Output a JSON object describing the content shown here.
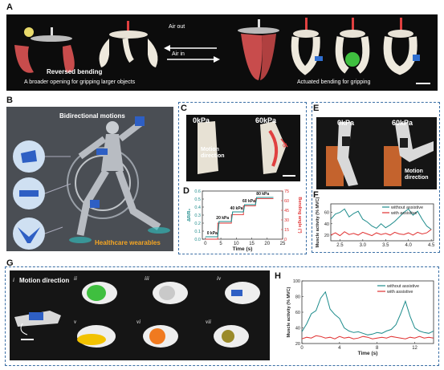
{
  "panels": {
    "A": {
      "label": "A",
      "reversed_bending": "Reversed bending",
      "broader_opening": "A broader opening for gripping larger objects",
      "air_out": "Air out",
      "air_in": "Air in",
      "actuated_bending": "Actuated bending for gripping"
    },
    "B": {
      "label": "B",
      "bidirectional": "Bidirectional motions",
      "healthcare": "Healthcare wearables"
    },
    "C": {
      "label": "C",
      "kpa0": "0kPa",
      "kpa60": "60kPa",
      "motion_direction": "Motion direction",
      "phi": "φ"
    },
    "D": {
      "label": "D"
    },
    "E": {
      "label": "E",
      "kpa0": "0kPa",
      "kpa60": "60kPa",
      "motion_direction": "Motion direction"
    },
    "F": {
      "label": "F"
    },
    "G": {
      "label": "G",
      "motion_direction": "Motion direction",
      "subs": [
        "i",
        "ii",
        "iii",
        "iv",
        "v",
        "vi",
        "vii"
      ]
    },
    "H": {
      "label": "H"
    }
  },
  "colors": {
    "frame": "#3a6ea5",
    "teal": "#1e8c8c",
    "red": "#e03030",
    "orange": "#f5a623"
  },
  "chart_data": [
    {
      "id": "D",
      "type": "line",
      "xlabel": "Time (s)",
      "ylabel": "ΔR/R₀",
      "ylabel_right": "Bending angle (°)",
      "xlim": [
        -1,
        25
      ],
      "ylim": [
        0,
        0.6
      ],
      "ylim_right": [
        0,
        75
      ],
      "xticks": [
        0,
        5,
        10,
        15,
        20,
        25
      ],
      "yticks": [
        0.0,
        0.1,
        0.2,
        0.3,
        0.4,
        0.5,
        0.6
      ],
      "yticks_right": [
        0,
        15,
        30,
        45,
        60,
        75
      ],
      "series": [
        {
          "axis": "left",
          "x": [
            0,
            4,
            4.4,
            8.4,
            8.8,
            12.3,
            12.7,
            16.2,
            16.6,
            22
          ],
          "y": [
            0.03,
            0.03,
            0.22,
            0.22,
            0.34,
            0.34,
            0.43,
            0.43,
            0.52,
            0.52
          ]
        },
        {
          "axis": "right",
          "x": [
            0,
            4,
            4,
            8.4,
            8.4,
            12.3,
            12.3,
            16.2,
            16.2,
            22
          ],
          "y": [
            0,
            0,
            25,
            25,
            38,
            38,
            52,
            52,
            63,
            63
          ]
        }
      ],
      "annotations": [
        "0 kPa",
        "20 kPa",
        "40 kPa",
        "60 kPa",
        "80 kPa"
      ]
    },
    {
      "id": "F",
      "type": "line",
      "xlabel": "",
      "ylabel": "Muscle activity (% MVC)",
      "xlim": [
        2.3,
        4.55
      ],
      "ylim": [
        10,
        75
      ],
      "xticks": [
        2.5,
        3.0,
        3.5,
        4.0,
        4.5
      ],
      "yticks": [
        20,
        40,
        60
      ],
      "series": [
        {
          "name": "without assistive",
          "x": [
            2.3,
            2.4,
            2.5,
            2.6,
            2.7,
            2.8,
            2.9,
            3.0,
            3.1,
            3.2,
            3.3,
            3.4,
            3.5,
            3.6,
            3.7,
            3.8,
            3.9,
            4.0,
            4.1,
            4.2,
            4.3,
            4.4,
            4.5
          ],
          "y": [
            48,
            57,
            60,
            66,
            52,
            58,
            62,
            48,
            43,
            36,
            32,
            40,
            33,
            38,
            44,
            52,
            60,
            66,
            55,
            62,
            48,
            36,
            30
          ]
        },
        {
          "name": "with assistive",
          "x": [
            2.3,
            2.4,
            2.5,
            2.6,
            2.7,
            2.8,
            2.9,
            3.0,
            3.1,
            3.2,
            3.3,
            3.4,
            3.5,
            3.6,
            3.7,
            3.8,
            3.9,
            4.0,
            4.1,
            4.2,
            4.3,
            4.4,
            4.5
          ],
          "y": [
            20,
            24,
            19,
            26,
            21,
            23,
            20,
            25,
            22,
            19,
            24,
            21,
            23,
            20,
            25,
            22,
            21,
            24,
            20,
            25,
            22,
            24,
            30
          ]
        }
      ]
    },
    {
      "id": "H",
      "type": "line",
      "xlabel": "Time (s)",
      "ylabel": "Muscle activity (% MVC)",
      "xlim": [
        0,
        14
      ],
      "ylim": [
        20,
        100
      ],
      "xticks": [
        0,
        4,
        8,
        12
      ],
      "yticks": [
        20,
        40,
        60,
        80,
        100
      ],
      "series": [
        {
          "name": "without assistive",
          "x": [
            0,
            0.5,
            1,
            1.5,
            2,
            2.5,
            3,
            3.5,
            4,
            4.5,
            5,
            5.5,
            6,
            6.5,
            7,
            7.5,
            8,
            8.5,
            9,
            9.5,
            10,
            10.5,
            11,
            11.5,
            12,
            12.5,
            13,
            13.5,
            14
          ],
          "y": [
            35,
            45,
            58,
            62,
            78,
            86,
            64,
            57,
            52,
            40,
            36,
            34,
            35,
            33,
            31,
            32,
            34,
            33,
            36,
            38,
            44,
            58,
            74,
            55,
            40,
            36,
            34,
            33,
            36
          ]
        },
        {
          "name": "with assistive",
          "x": [
            0,
            0.5,
            1,
            1.5,
            2,
            2.5,
            3,
            3.5,
            4,
            4.5,
            5,
            5.5,
            6,
            6.5,
            7,
            7.5,
            8,
            8.5,
            9,
            9.5,
            10,
            10.5,
            11,
            11.5,
            12,
            12.5,
            13,
            13.5,
            14
          ],
          "y": [
            26,
            28,
            27,
            30,
            29,
            27,
            28,
            26,
            29,
            27,
            28,
            26,
            27,
            29,
            28,
            26,
            27,
            28,
            27,
            29,
            28,
            27,
            26,
            28,
            27,
            29,
            27,
            28,
            27
          ]
        }
      ]
    }
  ]
}
